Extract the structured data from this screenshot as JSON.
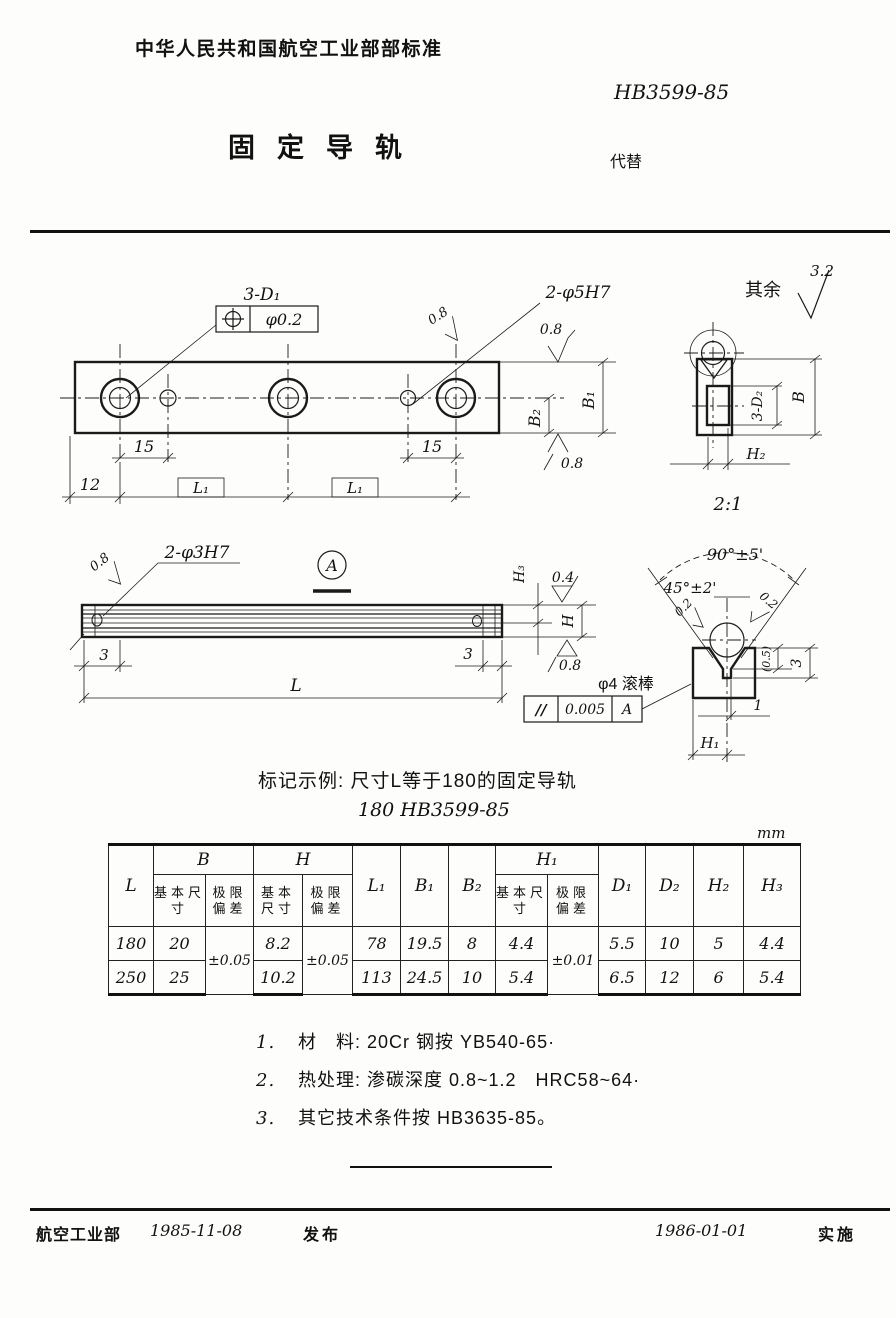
{
  "header": {
    "org_standard": "中华人民共和国航空工业部部标准",
    "standard_no": "HB3599-85",
    "title": "固定导轨",
    "replaces": "代替"
  },
  "views": {
    "top": {
      "callout_d1": "3-D₁",
      "pos_tol": "φ0.2",
      "callout_5h7": "2-φ5H7",
      "finish_08": "0.8",
      "dim_15": "15",
      "dim_12": "12",
      "dim_l1": "L₁",
      "dim_b1": "B₁",
      "dim_b2": "B₂"
    },
    "section": {
      "others_label": "其余",
      "others_value": "3.2",
      "callout_d2": "3-D₂",
      "dim_b": "B",
      "dim_h2": "H₂",
      "scale": "2:1"
    },
    "side": {
      "callout_3h7": "2-φ3H7",
      "finish_08": "0.8",
      "view_a": "A",
      "dim_h3": "H₃",
      "finish_04": "0.4",
      "dim_h": "H",
      "dim_3": "3",
      "dim_l": "L",
      "roller": "φ4 滚棒",
      "par_sym": "//",
      "par_tol": "0.005",
      "datum": "A"
    },
    "detail": {
      "angle_90": "90°±5'",
      "angle_45": "45°±2'",
      "finish_02": "0.2",
      "dim_05": "(0.5)",
      "dim_3": "3",
      "dim_1": "1",
      "dim_h1": "H₁"
    }
  },
  "marking": {
    "line1": "标记示例: 尺寸L等于180的固定导轨",
    "line2": "180    HB3599-85"
  },
  "table": {
    "unit": "mm",
    "col_l": "L",
    "col_b": "B",
    "col_h": "H",
    "col_l1": "L₁",
    "col_b1": "B₁",
    "col_b2": "B₂",
    "col_h1": "H₁",
    "col_d1": "D₁",
    "col_d2": "D₂",
    "col_h2": "H₂",
    "col_h3": "H₃",
    "sub_basic": "基本尺寸",
    "sub_dev": "极限偏差",
    "b_dev": "±0.05",
    "h_dev": "±0.05",
    "h1_dev": "±0.01",
    "rows": [
      {
        "l": "180",
        "b": "20",
        "h": "8.2",
        "l1": "78",
        "b1": "19.5",
        "b2": "8",
        "h1": "4.4",
        "d1": "5.5",
        "d2": "10",
        "h2": "5",
        "h3": "4.4"
      },
      {
        "l": "250",
        "b": "25",
        "h": "10.2",
        "l1": "113",
        "b1": "24.5",
        "b2": "10",
        "h1": "5.4",
        "d1": "6.5",
        "d2": "12",
        "h2": "6",
        "h3": "5.4"
      }
    ]
  },
  "notes": [
    {
      "num": "1.",
      "text": "材　料: 20Cr 钢按 YB540-65·"
    },
    {
      "num": "2.",
      "text": "热处理: 渗碳深度 0.8~1.2　HRC58~64·"
    },
    {
      "num": "3.",
      "text": "其它技术条件按 HB3635-85。"
    }
  ],
  "footer": {
    "org": "航空工业部",
    "issue_date": "1985-11-08",
    "issue_label": "发布",
    "impl_date": "1986-01-01",
    "impl_label": "实施"
  }
}
